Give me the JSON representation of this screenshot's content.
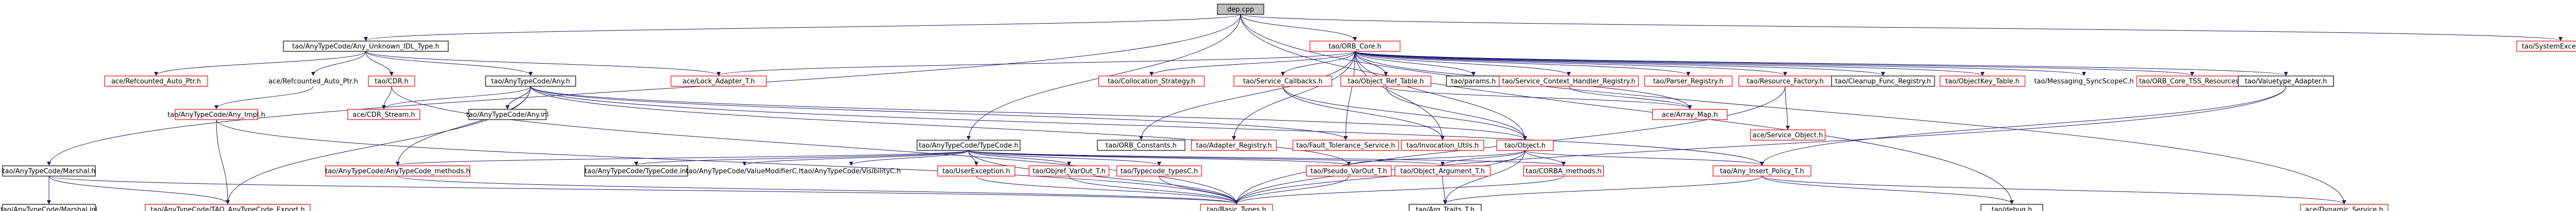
{
  "graph": {
    "colors": {
      "root_fill": "#c0c0c0",
      "node_border": "#000000",
      "missing_border": "#ff0000",
      "edge": "#191970",
      "text": "#000000"
    },
    "nodes": [
      {
        "id": "root",
        "label": "dep.cpp",
        "kind": "root"
      },
      {
        "id": "unk_idl",
        "label": "tao/AnyTypeCode/Any_Unknown_IDL_Type.h",
        "kind": "file"
      },
      {
        "id": "orb_core",
        "label": "tao/ORB_Core.h",
        "kind": "missing"
      },
      {
        "id": "sysexc",
        "label": "tao/SystemException.h",
        "kind": "missing"
      },
      {
        "id": "refptr1",
        "label": "ace/Refcounted_Auto_Ptr.h",
        "kind": "missing"
      },
      {
        "id": "refptr2",
        "label": "ace/Refcounted_Auto_Ptr.h",
        "kind": "text"
      },
      {
        "id": "cdr_h",
        "label": "tao/CDR.h",
        "kind": "missing"
      },
      {
        "id": "ace_lock",
        "label": "ace/Lock_Adapter_T.h",
        "kind": "missing"
      },
      {
        "id": "any_h",
        "label": "tao/AnyTypeCode/Any.h",
        "kind": "file"
      },
      {
        "id": "collocation",
        "label": "tao/Collocation_Strategy.h",
        "kind": "missing"
      },
      {
        "id": "svc_callbacks",
        "label": "tao/Service_Callbacks.h",
        "kind": "missing"
      },
      {
        "id": "objref_table",
        "label": "tao/Object_Ref_Table.h",
        "kind": "missing"
      },
      {
        "id": "params",
        "label": "tao/params.h",
        "kind": "file"
      },
      {
        "id": "svc_ctx",
        "label": "tao/Service_Context_Handler_Registry.h",
        "kind": "missing"
      },
      {
        "id": "parser_reg",
        "label": "tao/Parser_Registry.h",
        "kind": "missing"
      },
      {
        "id": "resource_factory",
        "label": "tao/Resource_Factory.h",
        "kind": "missing"
      },
      {
        "id": "cleanup_func",
        "label": "tao/Cleanup_Func_Registry.h",
        "kind": "file"
      },
      {
        "id": "objkey_table",
        "label": "tao/ObjectKey_Table.h",
        "kind": "missing"
      },
      {
        "id": "messaging_sync",
        "label": "tao/Messaging_SyncScopeC.h",
        "kind": "text"
      },
      {
        "id": "orb_core_tss",
        "label": "tao/ORB_Core_TSS_Resources.h",
        "kind": "missing"
      },
      {
        "id": "valuetype_adapter",
        "label": "tao/Valuetype_Adapter.h",
        "kind": "file"
      },
      {
        "id": "marshal_h",
        "label": "tao/AnyTypeCode/Marshal.h",
        "kind": "file"
      },
      {
        "id": "any_impl",
        "label": "tao/AnyTypeCode/Any_Impl.h",
        "kind": "missing"
      },
      {
        "id": "cdr_stream",
        "label": "ace/CDR_Stream.h",
        "kind": "missing"
      },
      {
        "id": "typecode_h",
        "label": "tao/AnyTypeCode/TypeCode.h",
        "kind": "file"
      },
      {
        "id": "anyinl",
        "label": "tao/AnyTypeCode/Any.inl",
        "kind": "file"
      },
      {
        "id": "orb_constants",
        "label": "tao/ORB_Constants.h",
        "kind": "file"
      },
      {
        "id": "adapter_reg",
        "label": "tao/Adapter_Registry.h",
        "kind": "missing"
      },
      {
        "id": "fault_tol",
        "label": "tao/Fault_Tolerance_Service.h",
        "kind": "missing"
      },
      {
        "id": "invocation_utils",
        "label": "tao/Invocation_Utils.h",
        "kind": "missing"
      },
      {
        "id": "object_h",
        "label": "tao/Object.h",
        "kind": "missing"
      },
      {
        "id": "array_map",
        "label": "ace/Array_Map.h",
        "kind": "missing"
      },
      {
        "id": "svc_object",
        "label": "ace/Service_Object.h",
        "kind": "missing"
      },
      {
        "id": "marshal_inl",
        "label": "tao/AnyTypeCode/Marshal.inl",
        "kind": "file"
      },
      {
        "id": "tao_anytc_export",
        "label": "tao/AnyTypeCode/TAO_AnyTypeCode_Export.h",
        "kind": "missing"
      },
      {
        "id": "anytc_methods1",
        "label": "tao/AnyTypeCode/AnyTypeCode_methods.h",
        "kind": "missing"
      },
      {
        "id": "typecode_inl",
        "label": "tao/AnyTypeCode/TypeCode.inl",
        "kind": "file"
      },
      {
        "id": "valuemodifier",
        "label": "tao/AnyTypeCode/ValueModifierC.h",
        "kind": "text"
      },
      {
        "id": "visibility",
        "label": "tao/AnyTypeCode/VisibilityC.h",
        "kind": "text"
      },
      {
        "id": "user_exc",
        "label": "tao/UserException.h",
        "kind": "missing"
      },
      {
        "id": "objref_varout",
        "label": "tao/Objref_VarOut_T.h",
        "kind": "missing"
      },
      {
        "id": "typecode_typesc",
        "label": "tao/Typecode_typesC.h",
        "kind": "missing"
      },
      {
        "id": "corba_methods",
        "label": "tao/CORBA_methods.h",
        "kind": "missing"
      },
      {
        "id": "pseudo_varout",
        "label": "tao/Pseudo_VarOut_T.h",
        "kind": "missing"
      },
      {
        "id": "object_arg",
        "label": "tao/Object_Argument_T.h",
        "kind": "missing"
      },
      {
        "id": "any_insert",
        "label": "tao/Any_Insert_Policy_T.h",
        "kind": "missing"
      },
      {
        "id": "basic_types",
        "label": "tao/Basic_Types.h",
        "kind": "missing"
      },
      {
        "id": "arg_traits",
        "label": "tao/Arg_Traits_T.h",
        "kind": "file"
      },
      {
        "id": "debug",
        "label": "tao/debug.h",
        "kind": "file"
      },
      {
        "id": "dyn_service",
        "label": "ace/Dynamic_Service.h",
        "kind": "missing"
      }
    ]
  }
}
